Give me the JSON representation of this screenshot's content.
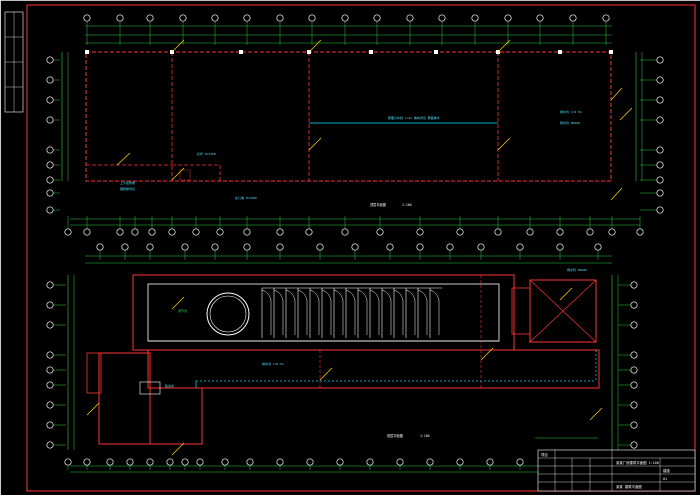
{
  "drawing": {
    "top_plan": {
      "title": "顶层平面图",
      "scale": "1:100"
    },
    "bottom_plan": {
      "title": "底层平面图",
      "scale": "1:100"
    }
  },
  "title_block": {
    "project_label": "项目",
    "drawing_name": "某某厂房建筑平面图 1:100",
    "sheet_name": "某某  建筑平面图"
  },
  "colors": {
    "background": "#000000",
    "outline": "#ff3333",
    "dim": "#2ecc40",
    "annotation": "#00e5ff",
    "leader": "#ffd700",
    "axis_bubble": "#ffffff"
  }
}
